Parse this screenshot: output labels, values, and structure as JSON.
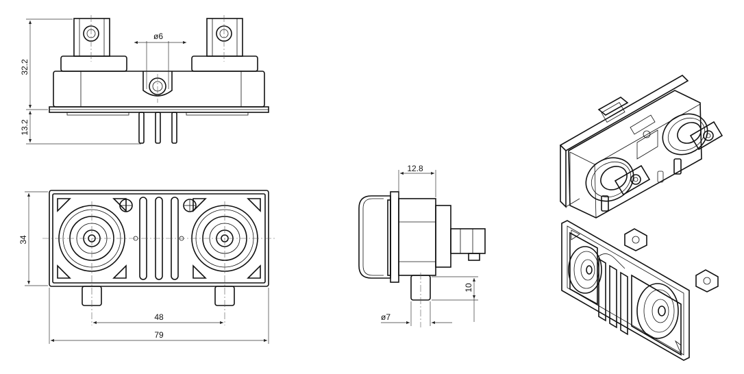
{
  "drawing": {
    "front_view": {
      "dim_height_upper": "32.2",
      "dim_height_pins": "13.2",
      "dim_hole_dia": "ø6"
    },
    "bottom_view": {
      "dim_height": "34",
      "dim_pin_spacing": "48",
      "dim_width": "79"
    },
    "side_view": {
      "dim_depth": "12.8",
      "dim_pin_length": "10",
      "dim_pin_dia": "ø7"
    },
    "iso_views": {
      "top_iso": "isometric-view-top",
      "bottom_iso": "isometric-view-bottom"
    }
  }
}
